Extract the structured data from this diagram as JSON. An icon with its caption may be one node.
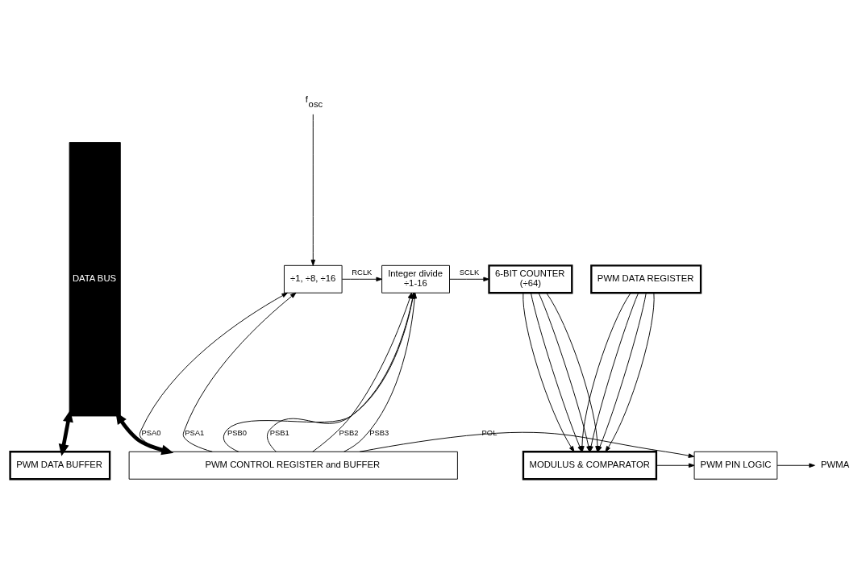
{
  "diagram": {
    "nodes": [
      {
        "text": [
          "DATA BUS"
        ]
      },
      {
        "text": [
          "÷1, ÷8, ÷16"
        ]
      },
      {
        "text": [
          "Integer divide",
          "÷1-16"
        ]
      },
      {
        "text": [
          "6-BIT COUNTER",
          "(÷64)"
        ]
      },
      {
        "text": [
          "MODULUS & COMPARATOR"
        ]
      },
      {
        "text": [
          "PWM DATA REGISTER"
        ]
      },
      {
        "text": [
          "PWM DATA BUFFER"
        ]
      },
      {
        "text": [
          "PWM PIN LOGIC"
        ]
      },
      {
        "text": [
          "PWMA"
        ]
      },
      {
        "text": [
          "PWM CONTROL REGISTER and BUFFER"
        ]
      },
      {
        "text": [
          "f$_{osc}$"
        ]
      }
    ],
    "edges": [
      {
        "from": 10,
        "to": 1,
        "arrow": "to"
      },
      {
        "from": 1,
        "to": 2,
        "arrow": "to",
        "label": "RCLK"
      },
      {
        "from": 2,
        "to": 3,
        "arrow": "to",
        "label": "SCLK"
      },
      {
        "from": 3,
        "to": 4,
        "arrow": "to"
      },
      {
        "from": 3,
        "to": 4,
        "arrow": "to"
      },
      {
        "from": 3,
        "to": 4,
        "arrow": "to"
      },
      {
        "from": 3,
        "to": 4,
        "arrow": "to"
      },
      {
        "from": 5,
        "to": 4,
        "arrow": "to"
      },
      {
        "from": 5,
        "to": 4,
        "arrow": "to"
      },
      {
        "from": 5,
        "to": 4,
        "arrow": "to"
      },
      {
        "from": 5,
        "to": 4,
        "arrow": "to"
      },
      {
        "from": 4,
        "to": 7,
        "arrow": "to"
      },
      {
        "from": 7,
        "to": 8,
        "arrow": "to"
      },
      {
        "from": 9,
        "to": 1,
        "arrow": "to",
        "label": "PSA0"
      },
      {
        "from": 9,
        "to": 1,
        "arrow": "to",
        "label": "PSA1"
      },
      {
        "from": 9,
        "to": 2,
        "arrow": "to",
        "label": "PSB0"
      },
      {
        "from": 9,
        "to": 2,
        "arrow": "to",
        "label": "PSB1"
      },
      {
        "from": 9,
        "to": 2,
        "arrow": "to",
        "label": "PSB2"
      },
      {
        "from": 9,
        "to": 2,
        "arrow": "to",
        "label": "PSB3"
      },
      {
        "from": 9,
        "to": 7,
        "arrow": "to",
        "label": "POL"
      },
      {
        "from": 0,
        "to": 6,
        "arrow": "both",
        "style": "thick"
      },
      {
        "from": 0,
        "to": 9,
        "arrow": "both",
        "style": "thick"
      }
    ]
  }
}
